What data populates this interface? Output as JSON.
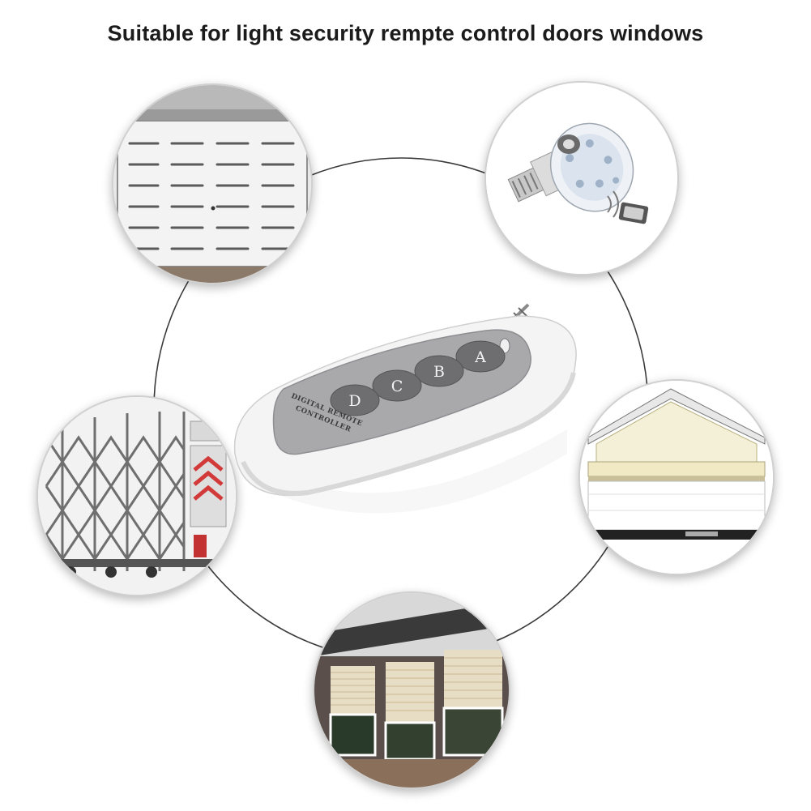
{
  "title": "Suitable for light security rempte control doors windows",
  "remote": {
    "buttons": [
      "A",
      "B",
      "C",
      "D"
    ],
    "label_line1": "DIGITAL REMOTE",
    "label_line2": "CONTROLLER"
  },
  "scenes": [
    "garage-door",
    "light-bulb",
    "folding-gate",
    "awning",
    "roller-shutter-windows"
  ],
  "colors": {
    "remote_body": "#f4f4f4",
    "button_panel": "#a9a9ac",
    "button": "#6e6e70",
    "ring": "#3a3a3a"
  }
}
